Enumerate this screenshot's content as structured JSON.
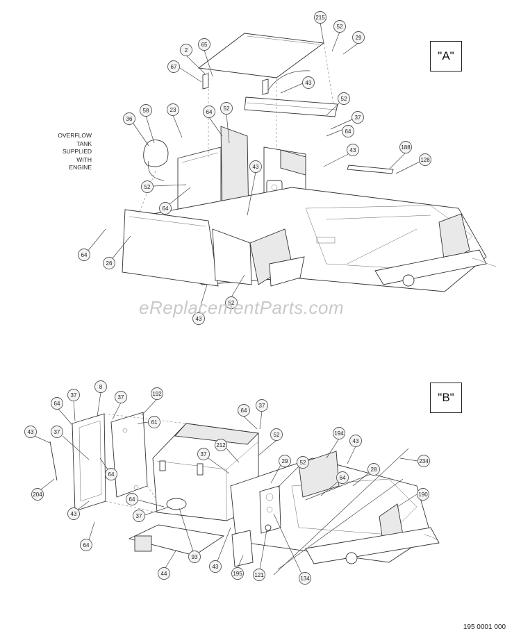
{
  "views": [
    {
      "label": "\"A\"",
      "callouts": [
        "215",
        "52",
        "29",
        "2",
        "65",
        "67",
        "43",
        "52",
        "37",
        "36",
        "58",
        "23",
        "64",
        "52",
        "64",
        "43",
        "188",
        "128",
        "52",
        "64",
        "43",
        "26",
        "64",
        "52",
        "43"
      ]
    },
    {
      "label": "\"B\"",
      "callouts": [
        "8",
        "192",
        "37",
        "64",
        "37",
        "61",
        "64",
        "37",
        "43",
        "37",
        "64",
        "52",
        "212",
        "37",
        "194",
        "43",
        "29",
        "52",
        "234",
        "28",
        "64",
        "190",
        "204",
        "43",
        "64",
        "64",
        "37",
        "93",
        "44",
        "43",
        "195",
        "121",
        "134"
      ]
    }
  ],
  "note": [
    "OVERFLOW",
    "TANK",
    "SUPPLIED",
    "WITH",
    "ENGINE"
  ],
  "watermark": "eReplacementParts.com",
  "drawing_number": "195 0001 000"
}
